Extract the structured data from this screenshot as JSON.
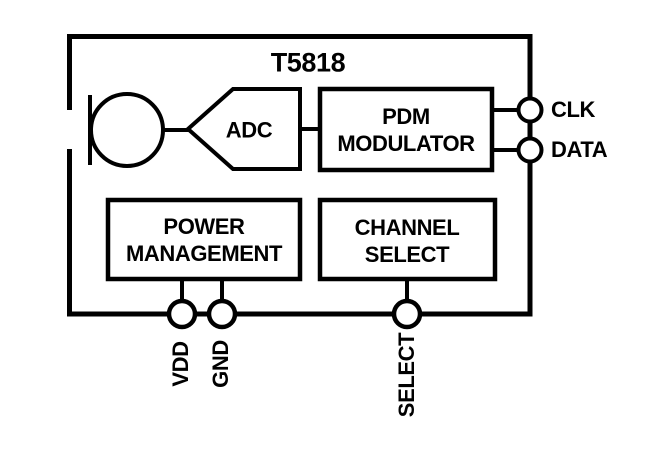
{
  "diagram": {
    "title": "T5818",
    "colors": {
      "line": "#000000",
      "text": "#000000",
      "background": "#ffffff"
    },
    "blocks": {
      "adc": {
        "label": "ADC"
      },
      "pdm_modulator": {
        "line1": "PDM",
        "line2": "MODULATOR"
      },
      "power_management": {
        "line1": "POWER",
        "line2": "MANAGEMENT"
      },
      "channel_select": {
        "line1": "CHANNEL",
        "line2": "SELECT"
      }
    },
    "pins": {
      "clk": {
        "label": "CLK"
      },
      "data": {
        "label": "DATA"
      },
      "vdd": {
        "label": "VDD"
      },
      "gnd": {
        "label": "GND"
      },
      "select": {
        "label": "SELECT"
      }
    }
  }
}
